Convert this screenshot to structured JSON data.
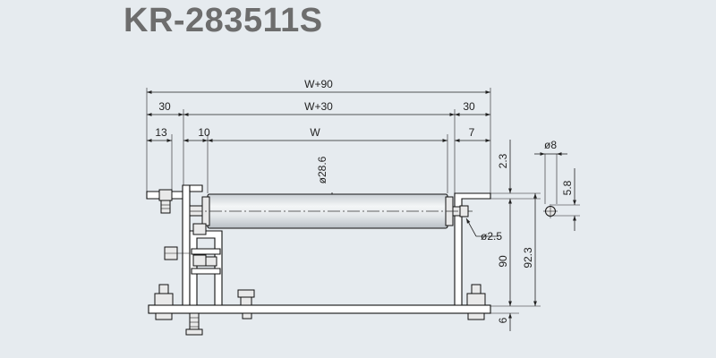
{
  "model": "KR-283511S",
  "dims": {
    "overall": "W+90",
    "left_30": "30",
    "middle": "W+30",
    "right_30": "30",
    "left_13": "13",
    "left_10": "10",
    "w": "W",
    "right_7": "7",
    "roller_dia": "ø28.6",
    "shaft_dia": "ø2.5",
    "top_offset": "2.3",
    "height_90": "90",
    "height_92_3": "92.3",
    "base_6": "6",
    "bolt_dia": "ø8",
    "bolt_height": "5.8"
  },
  "colors": {
    "background": "#e6ebef",
    "title": "#6d6d6d",
    "roller": "#dfe3e6"
  }
}
